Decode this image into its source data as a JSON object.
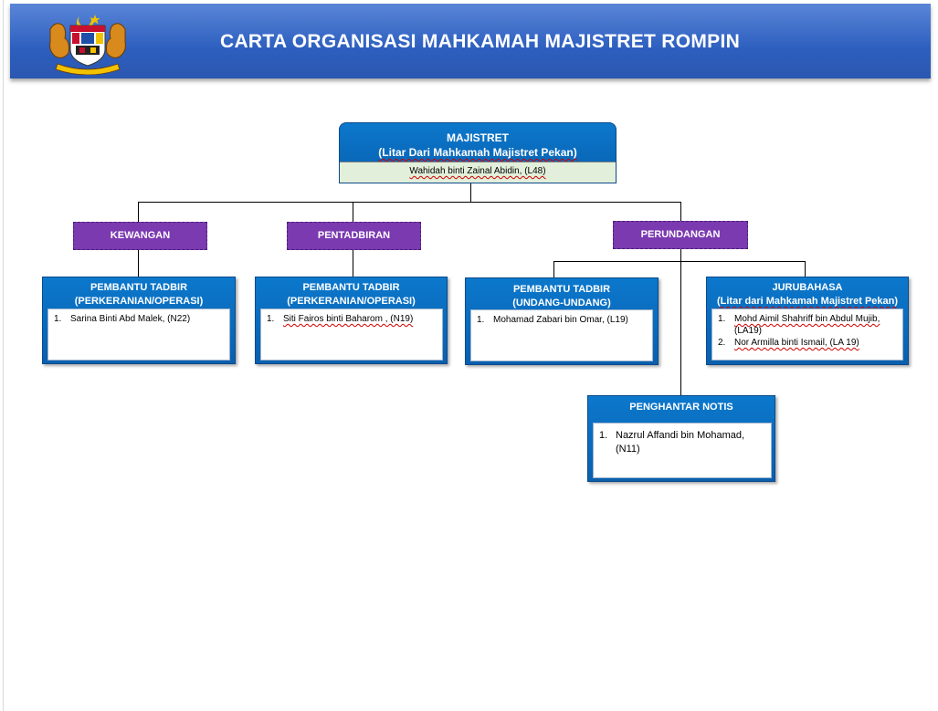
{
  "header": {
    "title": "CARTA ORGANISASI MAHKAMAH MAJISTRET ROMPIN",
    "crest_icon": "malaysia-coat-of-arms-icon",
    "colors": {
      "header_bg": "#2d5fbf",
      "box_blue": "#0a5fae",
      "dept_purple": "#7b3ab0",
      "name_green": "#e2efda"
    }
  },
  "top": {
    "title_line1": "MAJISTRET",
    "title_line2": "(Litar Dari Mahkamah Majistret Pekan)",
    "name": "Wahidah binti Zainal Abidin, (L48)"
  },
  "departments": {
    "kewangan": "KEWANGAN",
    "pentadbiran": "PENTADBIRAN",
    "perundangan": "PERUNDANGAN"
  },
  "positions": {
    "pt_kewangan": {
      "title_line1": "PEMBANTU TADBIR",
      "title_line2": "(PERKERANIAN/OPERASI)",
      "items": [
        {
          "num": "1.",
          "name": "Sarina Binti Abd Malek, (N22)"
        }
      ]
    },
    "pt_pentadbiran": {
      "title_line1": "PEMBANTU TADBIR",
      "title_line2": "(PERKERANIAN/OPERASI)",
      "items": [
        {
          "num": "1.",
          "name": "Siti Fairos binti Baharom , (N19)"
        }
      ]
    },
    "pt_undang": {
      "title_line1": "PEMBANTU TADBIR",
      "title_line2": "(UNDANG-UNDANG)",
      "items": [
        {
          "num": "1.",
          "name": "Mohamad Zabari bin Omar, (L19)"
        }
      ]
    },
    "jurubahasa": {
      "title_line1": "JURUBAHASA",
      "title_line2": "(Litar dari Mahkamah Majistret Pekan)",
      "items": [
        {
          "num": "1.",
          "name": "Mohd Aimil Shahriff bin Abdul Mujib,",
          "name_cont": "(LA19)"
        },
        {
          "num": "2.",
          "name": "Nor Armilla binti Ismail, (LA 19)"
        }
      ]
    },
    "penghantar": {
      "title_line1": "PENGHANTAR NOTIS",
      "items": [
        {
          "num": "1.",
          "name": "Nazrul Affandi bin Mohamad,",
          "name_cont": "(N11)"
        }
      ]
    }
  }
}
